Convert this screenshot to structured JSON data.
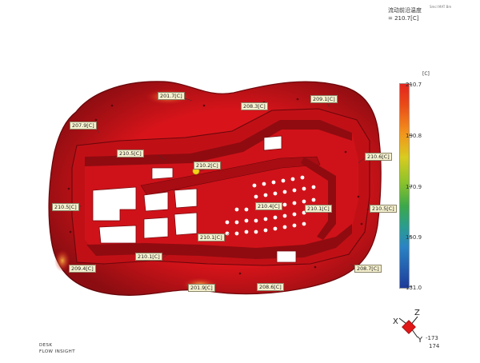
{
  "result_header": {
    "title": "流动前沿温度",
    "value": "= 210.7[C]",
    "tiny_marks": "Smcl   MAT   Bm"
  },
  "legend": {
    "unit": "[C]",
    "ticks": [
      "210.7",
      "190.8",
      "170.9",
      "150.9",
      "131.0"
    ],
    "colors": {
      "top": "#e3241e",
      "upper_mid": "#f3931c",
      "mid": "#8ec32a",
      "lower_mid": "#2a83c4",
      "bottom": "#1e3c9a"
    }
  },
  "probes": [
    "201.7[C]",
    "208.3[C]",
    "209.1[C]",
    "207.9[C]",
    "210.5[C]",
    "210.2[C]",
    "210.6[C]",
    "210.5[C]",
    "210.4[C]",
    "210.1[C]",
    "210.5[C]",
    "210.1[C]",
    "210.1[C]",
    "209.4[C]",
    "208.7[C]",
    "201.9[C]",
    "208.6[C]"
  ],
  "triad": {
    "x": "X",
    "z": "Z",
    "y": "Y",
    "readout_1": "-173",
    "readout_2": "174"
  },
  "brand": {
    "line1": "DESK",
    "line2": "FLOW INSIGHT"
  },
  "colors": {
    "part_red": "#d8141a",
    "part_dark": "#8f0b10",
    "hot_spot": "#f2a93b",
    "injection_point": "#f2d21a"
  }
}
